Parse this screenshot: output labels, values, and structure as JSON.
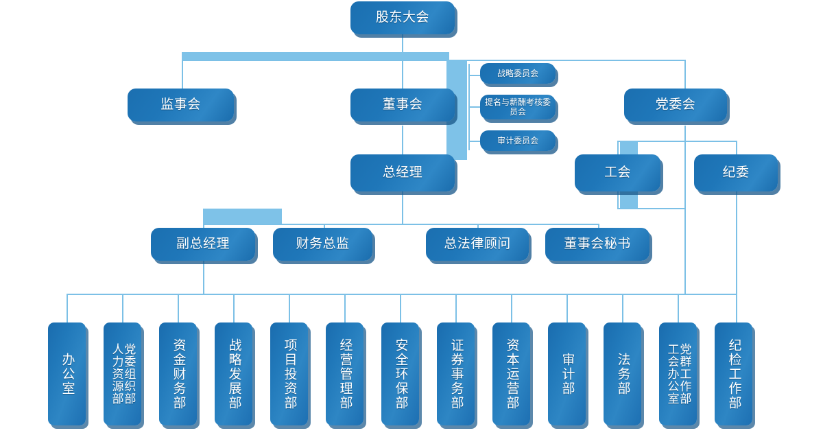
{
  "meta": {
    "title": "公司组织架构图",
    "colors": {
      "node_fill": "#1f77b9",
      "node_shadow": "#175688",
      "connector": "#7cc0e6",
      "bar": "#7ec2e8",
      "background": "#ffffff",
      "label": "#ffffff"
    }
  },
  "nodes": {
    "shareholders_meeting": "股东大会",
    "supervisory_board": "监事会",
    "board_of_directors": "董事会",
    "party_committee": "党委会",
    "strategy_committee": "战略委员会",
    "nomination_remuneration_committee": "提名与薪酬考核委员会",
    "audit_committee": "审计委员会",
    "general_manager": "总经理",
    "labor_union": "工会",
    "discipline_committee": "纪委",
    "deputy_general_manager": "副总经理",
    "cfo": "财务总监",
    "general_counsel": "总法律顾问",
    "board_secretary": "董事会秘书"
  },
  "departments": [
    {
      "id": "office",
      "lines": [
        "办公室"
      ]
    },
    {
      "id": "party-org-hr",
      "lines": [
        "党委组织部",
        "人力资源部"
      ]
    },
    {
      "id": "funds-finance",
      "lines": [
        "资金财务部"
      ]
    },
    {
      "id": "strategy-development",
      "lines": [
        "战略发展部"
      ]
    },
    {
      "id": "project-investment",
      "lines": [
        "项目投资部"
      ]
    },
    {
      "id": "operation-management",
      "lines": [
        "经营管理部"
      ]
    },
    {
      "id": "safety-environment",
      "lines": [
        "安全环保部"
      ]
    },
    {
      "id": "securities-affairs",
      "lines": [
        "证券事务部"
      ]
    },
    {
      "id": "capital-operation",
      "lines": [
        "资本运营部"
      ]
    },
    {
      "id": "audit",
      "lines": [
        "审计部"
      ]
    },
    {
      "id": "legal",
      "lines": [
        "法务部"
      ]
    },
    {
      "id": "party-union-office",
      "lines": [
        "党群工作部",
        "工会办公室"
      ]
    },
    {
      "id": "discipline-inspection",
      "lines": [
        "纪检工作部"
      ]
    }
  ]
}
